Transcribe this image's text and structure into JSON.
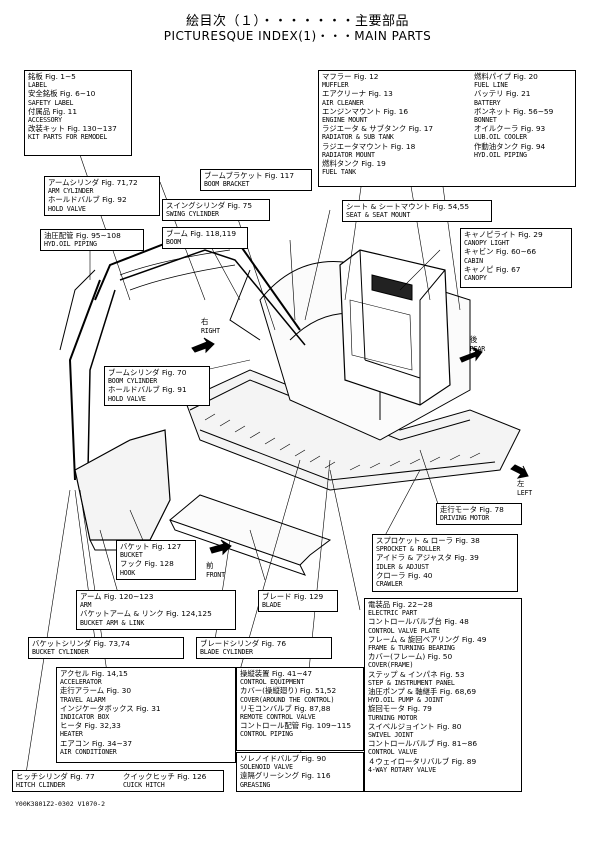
{
  "header": {
    "title_ja": "絵目次（１）・・・・・・・主要部品",
    "title_en": "PICTURESQUE INDEX(1)・・・MAIN PARTS"
  },
  "boxes": {
    "label_group": [
      {
        "ja": "銘板 Fig. 1~5",
        "en": "LABEL"
      },
      {
        "ja": "安全銘板 Fig. 6~10",
        "en": "SAFETY LABEL"
      },
      {
        "ja": "付属品 Fig. 11",
        "en": "ACCESSORY"
      },
      {
        "ja": "改装キット Fig. 130~137",
        "en": "KIT PARTS FOR REMODEL"
      }
    ],
    "engine_left": [
      {
        "ja": "マフラー Fig. 12",
        "en": "MUFFLER"
      },
      {
        "ja": "エアクリーナ Fig. 13",
        "en": "AIR CLEANER"
      },
      {
        "ja": "エンジンマウント Fig. 16",
        "en": "ENGINE MOUNT"
      },
      {
        "ja": "ラジエータ & サブタンク Fig. 17",
        "en": "RADIATOR & SUB TANK"
      },
      {
        "ja": "ラジエータマウント Fig. 18",
        "en": "RADIATOR MOUNT"
      },
      {
        "ja": "燃料タンク Fig. 19",
        "en": "FUEL TANK"
      }
    ],
    "engine_right": [
      {
        "ja": "燃料パイプ Fig. 20",
        "en": "FUEL LINE"
      },
      {
        "ja": "バッテリ Fig. 21",
        "en": "BATTERY"
      },
      {
        "ja": "ボンネット Fig. 56~59",
        "en": "BONNET"
      },
      {
        "ja": "オイルクーラ Fig. 93",
        "en": "LUB.OIL COOLER"
      },
      {
        "ja": "作動油タンク Fig. 94",
        "en": "HYD.OIL PIPING"
      }
    ],
    "arm_cylinder": [
      {
        "ja": "アームシリンダ Fig. 71,72",
        "en": "ARM CYLINDER"
      },
      {
        "ja": "ホールドバルブ Fig. 92",
        "en": "HOLD VALVE"
      }
    ],
    "boom_bracket": [
      {
        "ja": "ブームブラケット Fig. 117",
        "en": "BOOM BRACKET"
      }
    ],
    "swing_cylinder": [
      {
        "ja": "スイングシリンダ Fig. 75",
        "en": "SWING CYLINDER"
      }
    ],
    "seat": [
      {
        "ja": "シート & シートマウント Fig. 54,55",
        "en": "SEAT & SEAT MOUNT"
      }
    ],
    "hyd_piping": [
      {
        "ja": "油圧配管 Fig. 95~108",
        "en": "HYD.OIL PIPING"
      }
    ],
    "boom": [
      {
        "ja": "ブーム Fig. 118,119",
        "en": "BOOM"
      }
    ],
    "canopy": [
      {
        "ja": "キャノピライト Fig. 29",
        "en": "CANOPY LIGHT"
      },
      {
        "ja": "キャビン Fig. 60~66",
        "en": "CABIN"
      },
      {
        "ja": "キャノピ Fig. 67",
        "en": "CANOPY"
      }
    ],
    "boom_cylinder": [
      {
        "ja": "ブームシリンダ Fig. 70",
        "en": "BOOM CYLINDER"
      },
      {
        "ja": "ホールドバルブ Fig. 91",
        "en": "HOLD VALVE"
      }
    ],
    "driving_motor": [
      {
        "ja": "走行モータ Fig. 78",
        "en": "DRIVING MOTOR"
      }
    ],
    "undercarriage": [
      {
        "ja": "スプロケット & ローラ Fig. 38",
        "en": "SPROCKET & ROLLER"
      },
      {
        "ja": "アイドラ & アジャスタ Fig. 39",
        "en": "IDLER & ADJUST"
      },
      {
        "ja": "クローラ Fig. 40",
        "en": "CRAWLER"
      }
    ],
    "bucket": [
      {
        "ja": "バケット Fig. 127",
        "en": "BUCKET"
      },
      {
        "ja": "フック Fig. 128",
        "en": "HOOK"
      }
    ],
    "blade": [
      {
        "ja": "ブレード Fig. 129",
        "en": "BLADE"
      }
    ],
    "arm": [
      {
        "ja": "アーム Fig. 120~123",
        "en": "ARM"
      },
      {
        "ja": "バケットアーム & リンク Fig. 124,125",
        "en": "BUCKET ARM & LINK"
      }
    ],
    "electric": [
      {
        "ja": "電装品 Fig. 22~28",
        "en": "ELECTRIC PART"
      },
      {
        "ja": "コントロールバルブ台 Fig. 48",
        "en": "CONTROL VALVE PLATE"
      },
      {
        "ja": "フレーム & 旋回ベアリング Fig. 49",
        "en": "FRAME & TURNING BEARING"
      },
      {
        "ja": "カバー(フレーム) Fig. 50",
        "en": "COVER(FRAME)"
      },
      {
        "ja": "ステップ & インパネ Fig. 53",
        "en": "STEP & INSTRUMENT PANEL"
      },
      {
        "ja": "油圧ポンプ & 軸継手 Fig. 68,69",
        "en": "HYD.OIL PUMP & JOINT"
      },
      {
        "ja": "旋回モータ Fig. 79",
        "en": "TURNING MOTOR"
      },
      {
        "ja": "スイベルジョイント Fig. 80",
        "en": "SWIVEL JOINT"
      },
      {
        "ja": "コントロールバルブ Fig. 81~86",
        "en": "CONTROL VALVE"
      },
      {
        "ja": "４ウェイロータリバルブ Fig. 89",
        "en": "4-WAY ROTARY VALVE"
      }
    ],
    "bucket_cylinder": [
      {
        "ja": "バケットシリンダ Fig. 73,74",
        "en": "BUCKET CYLINDER"
      }
    ],
    "blade_cylinder": [
      {
        "ja": "ブレードシリンダ Fig. 76",
        "en": "BLADE CYLINDER"
      }
    ],
    "accelerator": [
      {
        "ja": "アクセル Fig. 14,15",
        "en": "ACCELERATOR"
      },
      {
        "ja": "走行アラーム Fig. 30",
        "en": "TRAVEL ALARM"
      },
      {
        "ja": "インジケータボックス Fig. 31",
        "en": "INDICATOR BOX"
      },
      {
        "ja": "ヒータ Fig. 32,33",
        "en": "HEATER"
      },
      {
        "ja": "エアコン Fig. 34~37",
        "en": "AIR CONDITIONER"
      }
    ],
    "control": [
      {
        "ja": "操縦装置 Fig. 41~47",
        "en": "CONTROL EQUIPMENT"
      },
      {
        "ja": "カバー(操縦廻り) Fig. 51,52",
        "en": "COVER(AROUND THE CONTROL)"
      },
      {
        "ja": "リモコンバルブ Fig. 87,88",
        "en": "REMOTE CONTROL VALVE"
      },
      {
        "ja": "コントロール配管 Fig. 109~115",
        "en": "CONTROL PIPING"
      }
    ],
    "solenoid": [
      {
        "ja": "ソレノイドバルブ Fig. 90",
        "en": "SOLENOID VALVE"
      },
      {
        "ja": "遠隔グリーシング Fig. 116",
        "en": "GREASING"
      }
    ],
    "hitch": [
      {
        "ja": "ヒッチシリンダ Fig. 77",
        "en": "HITCH CLINDER"
      },
      {
        "ja": "クイックヒッチ Fig. 126",
        "en": "CUICK HITCH"
      }
    ]
  },
  "directions": {
    "right_ja": "右",
    "right_en": "RIGHT",
    "rear_ja": "後",
    "rear_en": "REAR",
    "left_ja": "左",
    "left_en": "LEFT",
    "front_ja": "前",
    "front_en": "FRONT"
  },
  "footer": {
    "code": "Y00K3801Z2-0302 V1070-2"
  }
}
